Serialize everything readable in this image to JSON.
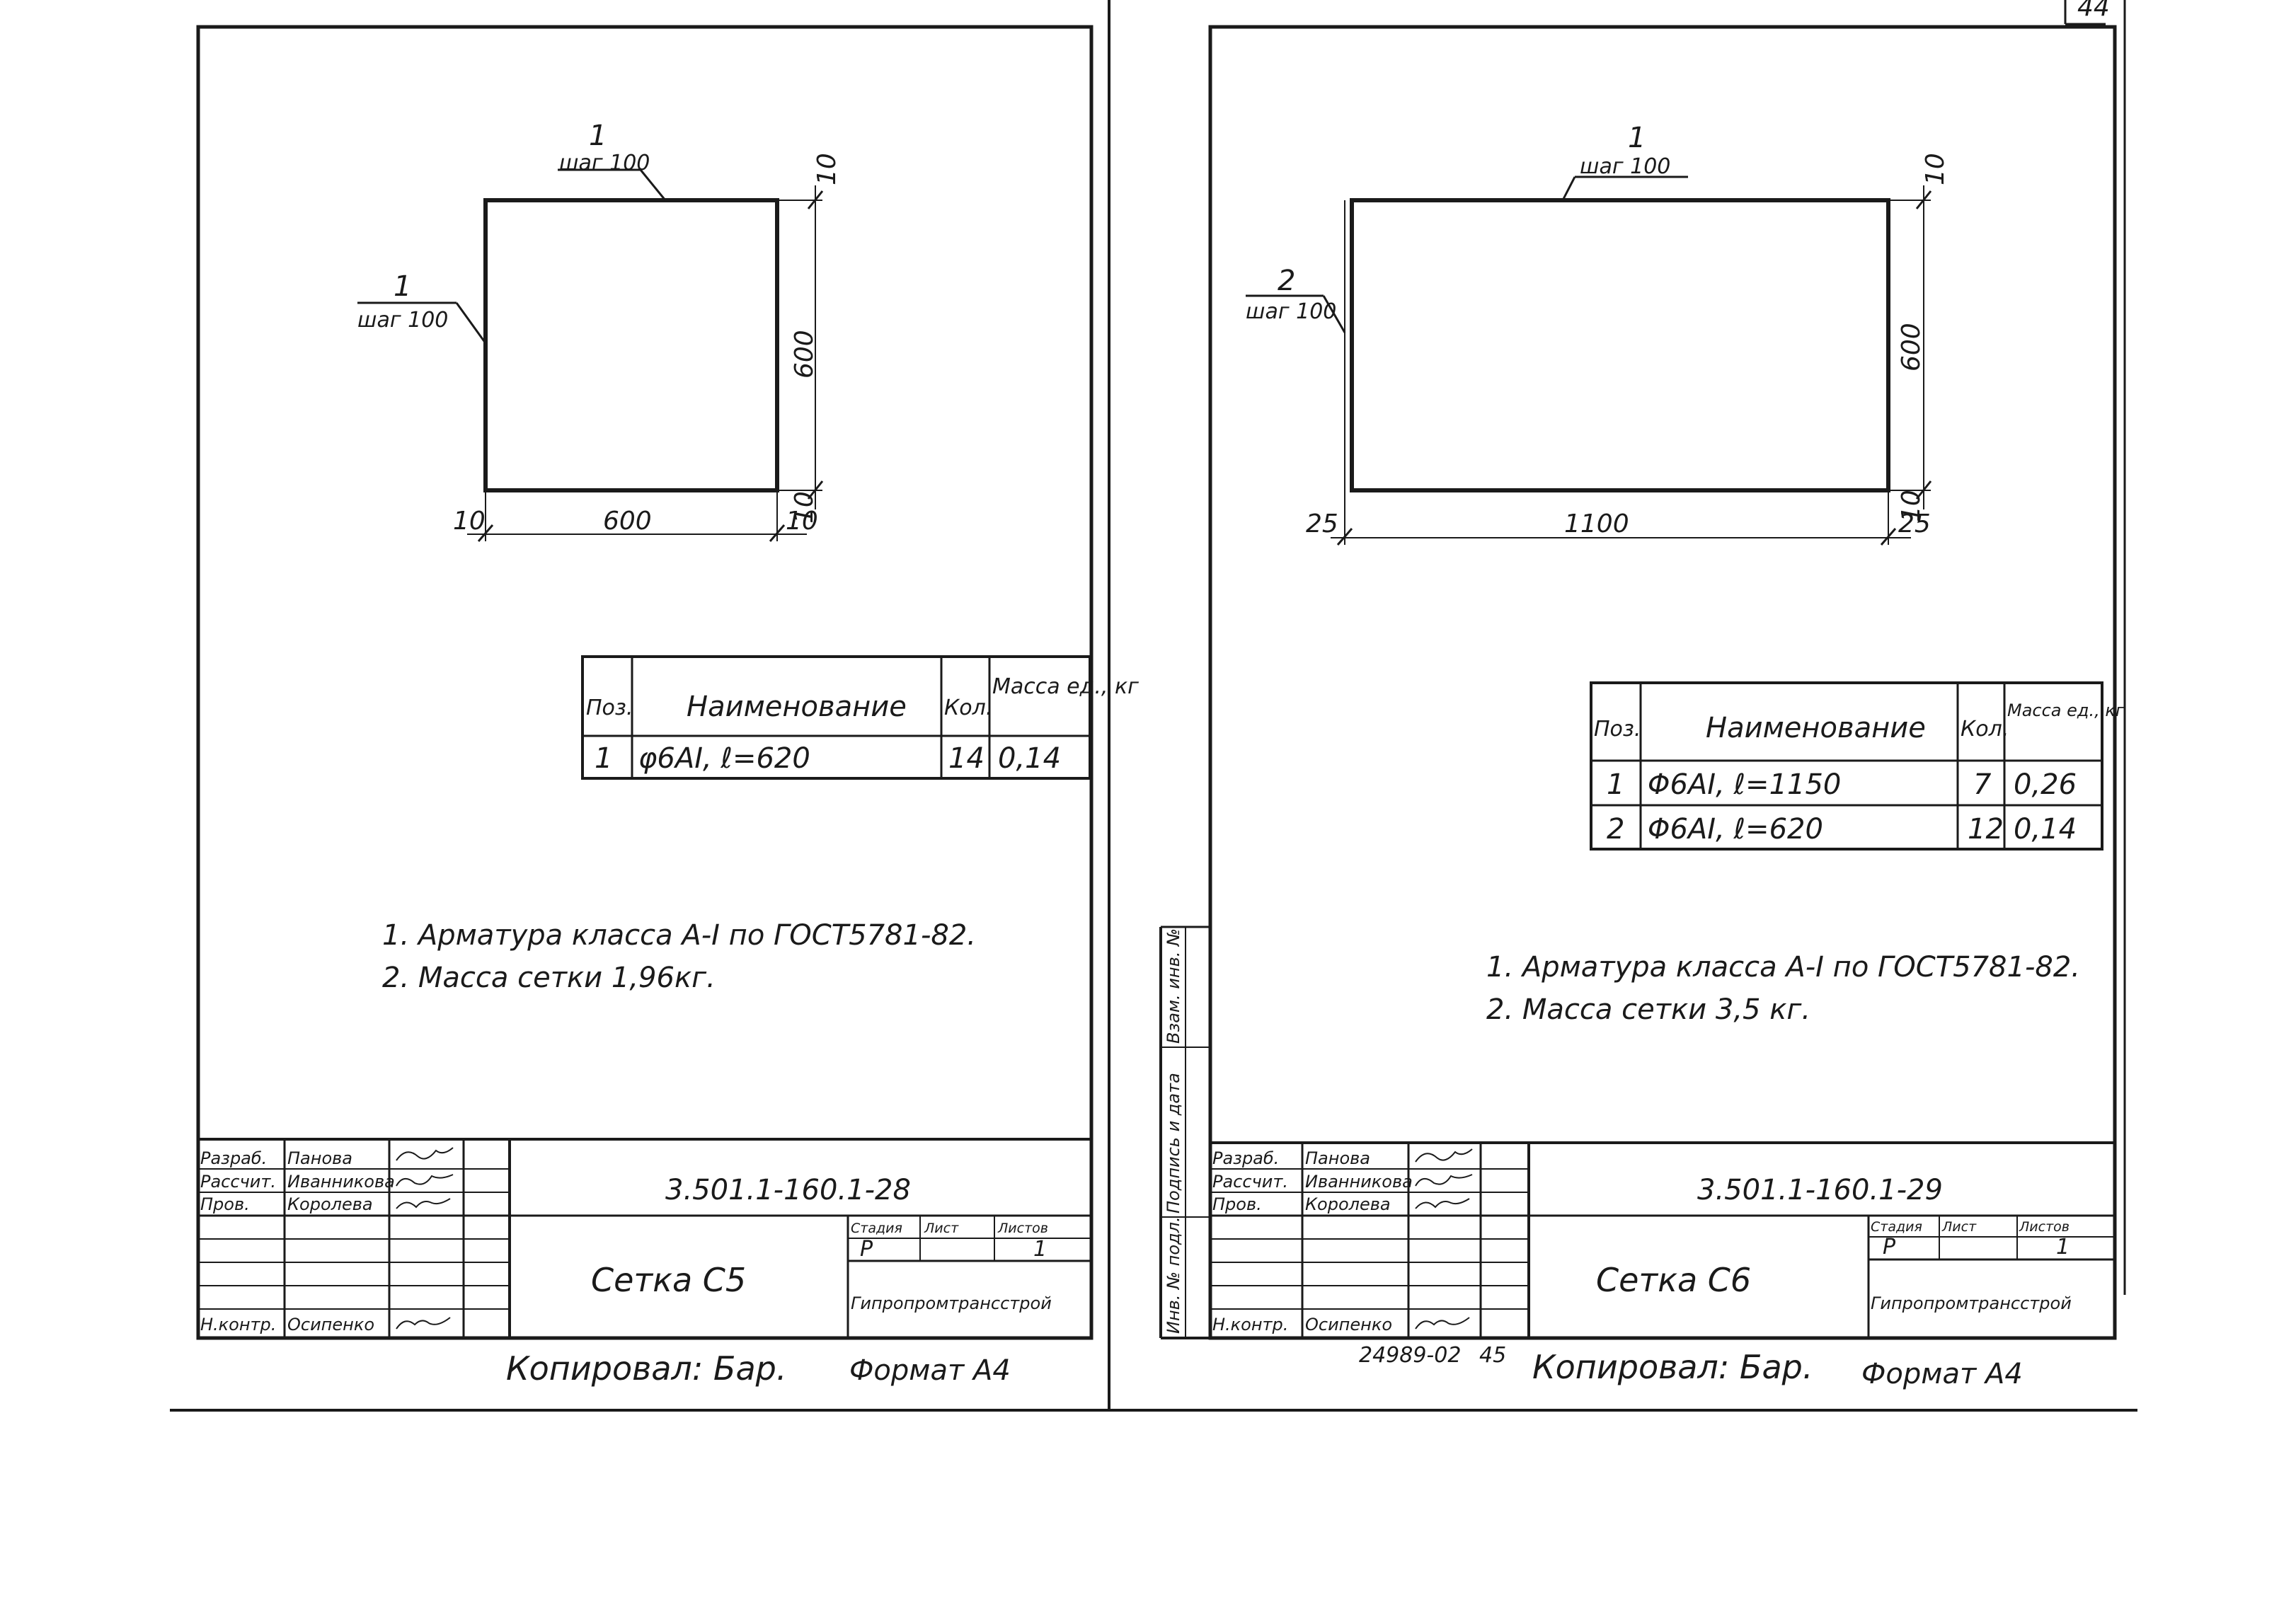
{
  "page_number": "44",
  "sheets": [
    {
      "id": "c5",
      "drawing": {
        "top_label": {
          "pos": "1",
          "note": "шаг 100"
        },
        "left_label": {
          "pos": "1",
          "note": "шаг 100"
        },
        "dim_top_right": "10",
        "dim_height": "600",
        "dim_bottom_right": "10",
        "dim_left": "10",
        "dim_width": "600",
        "dim_right": "10"
      },
      "spec": {
        "headers": {
          "pos": "Поз.",
          "name": "Наименование",
          "qty": "Кол.",
          "mass": "Масса ед., кг"
        },
        "rows": [
          {
            "pos": "1",
            "name": "φ6AI, ℓ=620",
            "qty": "14",
            "mass": "0,14"
          }
        ]
      },
      "notes": [
        "1. Арматура класса A-I по ГОСТ5781-82.",
        "2. Масса сетки 1,96кг."
      ],
      "stamp": {
        "roles": [
          "Разраб.",
          "Рассчит.",
          "Пров.",
          "Н.контр."
        ],
        "names": [
          "Панова",
          "Иванникова",
          "Королева",
          "Осипенко"
        ],
        "doc_code": "3.501.1-160.1-28",
        "title": "Сетка С5",
        "stage_label": "Стадия",
        "sheet_label": "Лист",
        "sheets_label": "Листов",
        "stage": "Р",
        "sheets_total": "1",
        "org": "Гипропромтрансстрой"
      },
      "copied_by": "Копировал: Бар.",
      "format": "Формат А4"
    },
    {
      "id": "c6",
      "drawing": {
        "top_label": {
          "pos": "1",
          "note": "шаг 100"
        },
        "left_label": {
          "pos": "2",
          "note": "шаг 100"
        },
        "dim_top_right": "10",
        "dim_height": "600",
        "dim_bottom_right": "10",
        "dim_left": "25",
        "dim_width": "1100",
        "dim_right": "25"
      },
      "spec": {
        "headers": {
          "pos": "Поз.",
          "name": "Наименование",
          "qty": "Кол.",
          "mass": "Масса ед., кг"
        },
        "rows": [
          {
            "pos": "1",
            "name": "Φ6AI, ℓ=1150",
            "qty": "7",
            "mass": "0,26"
          },
          {
            "pos": "2",
            "name": "Φ6AI, ℓ=620",
            "qty": "12",
            "mass": "0,14"
          }
        ]
      },
      "notes": [
        "1. Арматура класса A-I по ГОСТ5781-82.",
        "2. Масса сетки 3,5 кг."
      ],
      "stamp": {
        "roles": [
          "Разраб.",
          "Рассчит.",
          "Пров.",
          "Н.контр."
        ],
        "names": [
          "Панова",
          "Иванникова",
          "Королева",
          "Осипенко"
        ],
        "doc_code": "3.501.1-160.1-29",
        "title": "Сетка С6",
        "stage_label": "Стадия",
        "sheet_label": "Лист",
        "sheets_label": "Листов",
        "stage": "Р",
        "sheets_total": "1",
        "org": "Гипропромтрансстрой"
      },
      "archive_no": "24989-02",
      "page_no": "45",
      "copied_by": "Копировал: Бар.",
      "format": "Формат А4"
    }
  ],
  "side_stamp": [
    "Инв. № подл.",
    "Подпись и дата",
    "Взам. инв. №"
  ]
}
